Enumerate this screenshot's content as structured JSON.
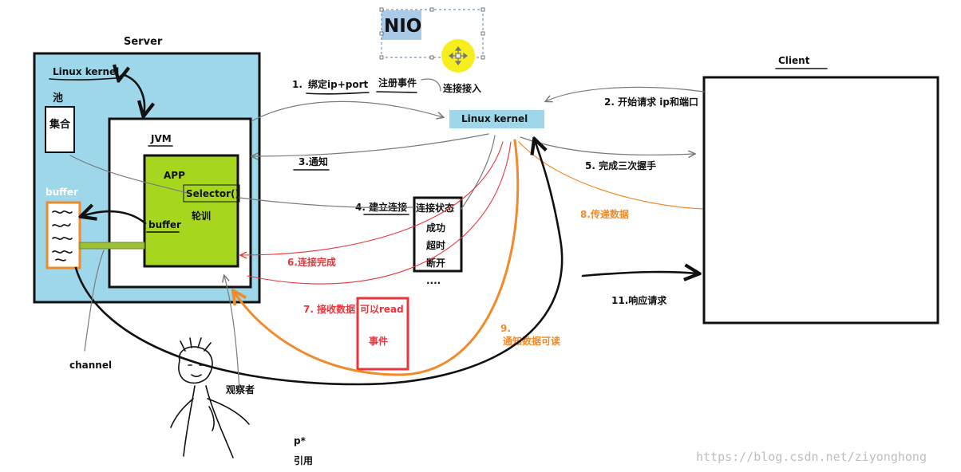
{
  "title": "NIO",
  "server": {
    "label": "Server",
    "kernel_label": "Linux kernel",
    "pool_label": "池",
    "set_label": "集合",
    "buffer_label": "buffer",
    "channel_label": "channel"
  },
  "jvm": {
    "label": "JVM",
    "app_label": "APP",
    "selector_label": "Selector()",
    "polling_label": "轮训",
    "buffer_label": "buffer"
  },
  "network_kernel": {
    "label": "Linux kernel"
  },
  "client": {
    "label": "Client"
  },
  "steps": {
    "s1_num": "1.",
    "s1_bind": "绑定ip+port",
    "s1_register": "注册事件",
    "s1_accept": "连接接入",
    "s2": "2. 开始请求 ip和端口",
    "s3": "3.通知",
    "s4": "4. 建立连接",
    "s5": "5. 完成三次握手",
    "s6": "6.连接完成",
    "s7": "7. 接收数据",
    "s8": "8.传递数据",
    "s9_num": "9.",
    "s9_text": "通知数据可读",
    "s11": "11.响应请求"
  },
  "conn_status": {
    "title": "连接状态",
    "items": [
      "成功",
      "超时",
      "断开",
      "...."
    ]
  },
  "read_event": {
    "line1": "可以read",
    "line2": "事件"
  },
  "observer": {
    "label": "观察者",
    "pointer": "p*",
    "reference": "引用"
  },
  "watermark": "https://blog.csdn.net/ziyonghong",
  "colors": {
    "server_fill": "#9dd7e9",
    "kernel_fill": "#9dd7e9",
    "app_fill": "#a6d61e",
    "nio_highlight": "#a9cbe8",
    "red": "#e8363a",
    "orange": "#f08a2a",
    "handle_yellow": "#f7ee1d",
    "watermark": "#bdbdbd",
    "channel_bar": "#9fbf3a"
  },
  "icons": {
    "move_handle": "move-icon"
  }
}
